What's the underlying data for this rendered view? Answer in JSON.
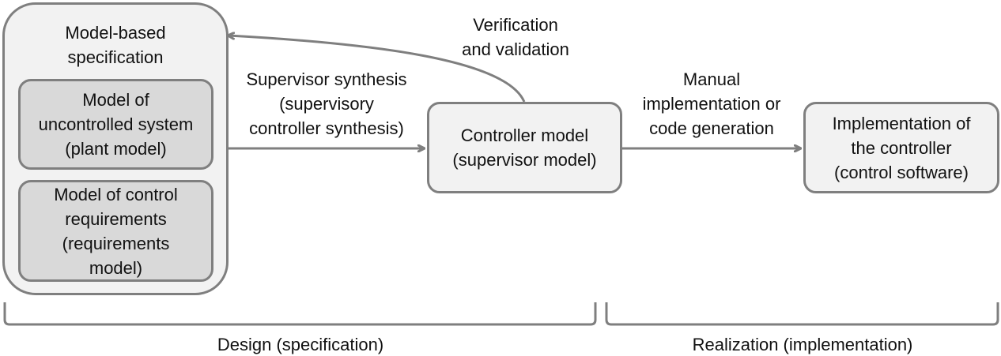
{
  "nodes": {
    "spec": "Model-based\nspecification",
    "plant": "Model of\nuncontrolled system\n(plant model)",
    "requirements": "Model of control\nrequirements\n(requirements\nmodel)",
    "controller": "Controller model\n(supervisor model)",
    "implementation": "Implementation of\nthe controller\n(control software)"
  },
  "edges": {
    "synthesis": "Supervisor synthesis\n(supervisory\ncontroller synthesis)",
    "verification": "Verification\nand validation",
    "generation": "Manual\nimplementation or\ncode generation"
  },
  "phases": {
    "design": "Design (specification)",
    "realization": "Realization (implementation)"
  },
  "colors": {
    "border": "#7f7f7f",
    "light_fill": "#f2f2f2",
    "dark_fill": "#d9d9d9"
  }
}
